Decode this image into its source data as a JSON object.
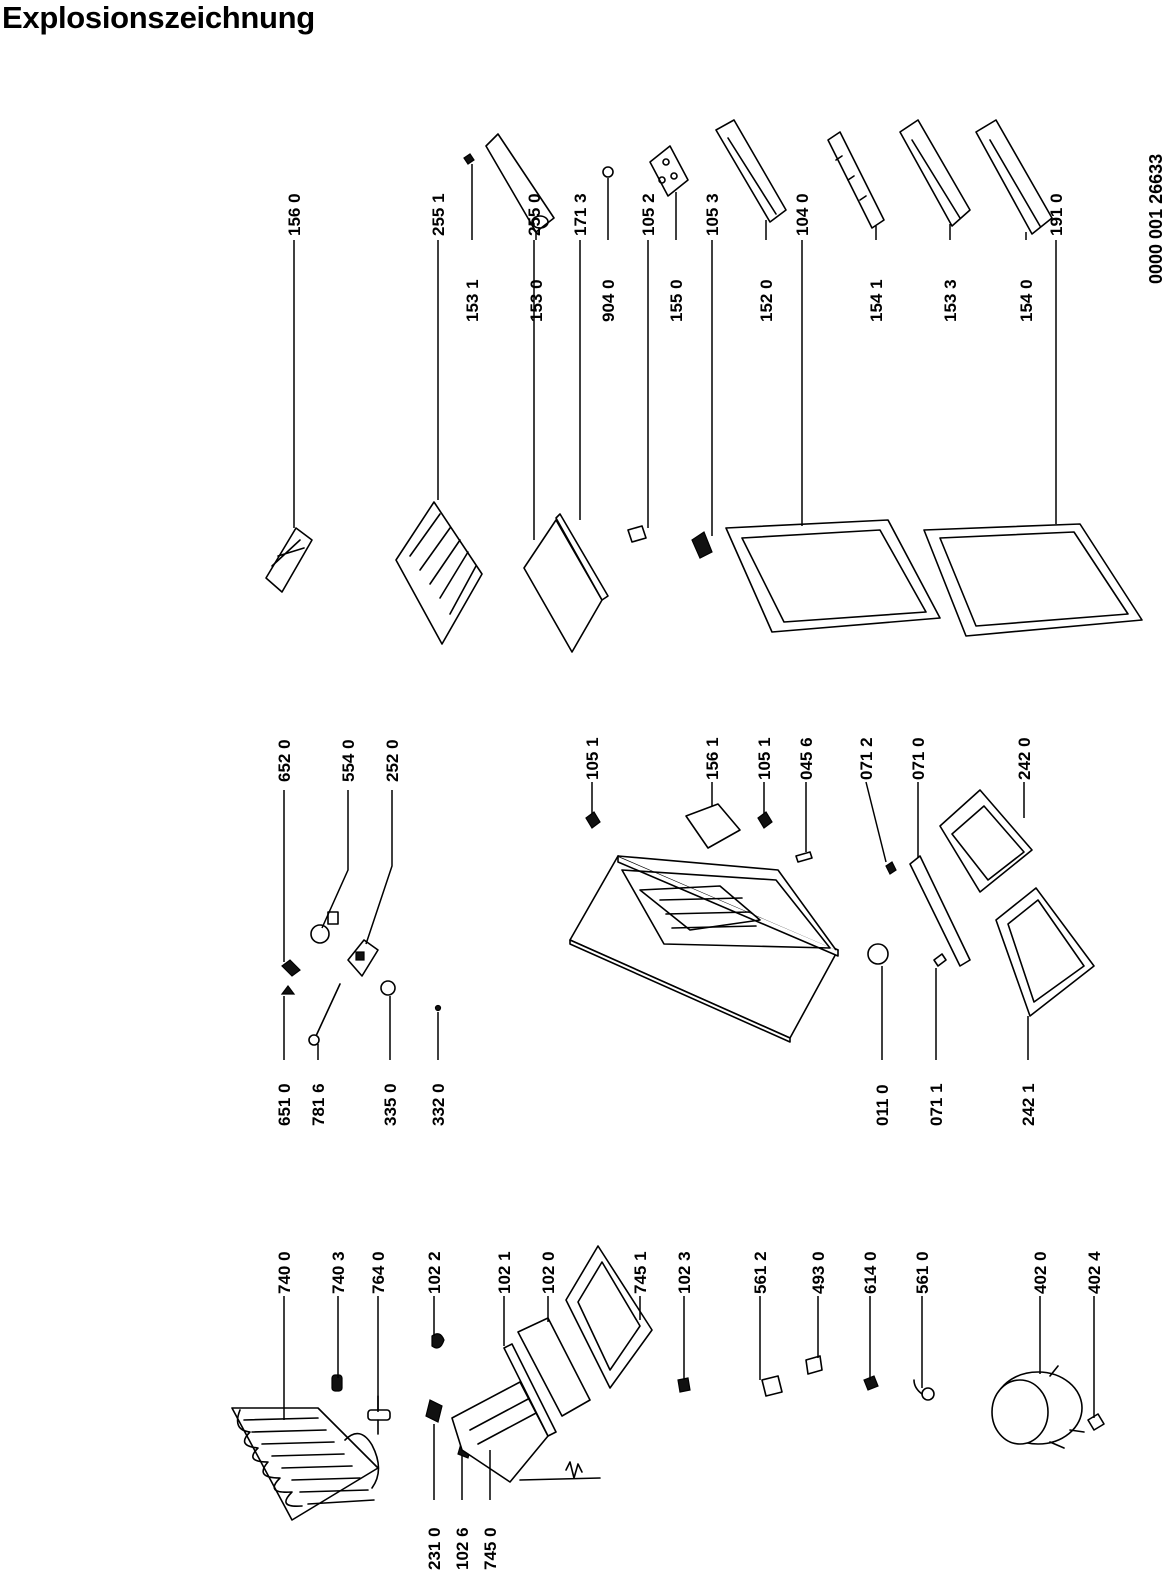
{
  "title": "Explosionszeichnung",
  "doc_number": "0000 001 26633",
  "callouts": [
    {
      "id": "c-7400",
      "label": "740 0"
    },
    {
      "id": "c-7403",
      "label": "740 3"
    },
    {
      "id": "c-7640",
      "label": "764 0"
    },
    {
      "id": "c-1022",
      "label": "102 2"
    },
    {
      "id": "c-1021",
      "label": "102 1"
    },
    {
      "id": "c-1020",
      "label": "102 0"
    },
    {
      "id": "c-7451",
      "label": "745 1"
    },
    {
      "id": "c-1023",
      "label": "102 3"
    },
    {
      "id": "c-5612",
      "label": "561 2"
    },
    {
      "id": "c-4930",
      "label": "493 0"
    },
    {
      "id": "c-6140",
      "label": "614 0"
    },
    {
      "id": "c-5610",
      "label": "561 0"
    },
    {
      "id": "c-4020",
      "label": "402 0"
    },
    {
      "id": "c-4024",
      "label": "402 4"
    },
    {
      "id": "c-2310",
      "label": "231 0"
    },
    {
      "id": "c-1026",
      "label": "102 6"
    },
    {
      "id": "c-7450",
      "label": "745 0"
    },
    {
      "id": "c-6520",
      "label": "652 0"
    },
    {
      "id": "c-5540",
      "label": "554 0"
    },
    {
      "id": "c-2520",
      "label": "252 0"
    },
    {
      "id": "c-6510",
      "label": "651 0"
    },
    {
      "id": "c-7816",
      "label": "781 6"
    },
    {
      "id": "c-3350",
      "label": "335 0"
    },
    {
      "id": "c-3320",
      "label": "332 0"
    },
    {
      "id": "c-1051a",
      "label": "105 1"
    },
    {
      "id": "c-1561",
      "label": "156 1"
    },
    {
      "id": "c-1051b",
      "label": "105 1"
    },
    {
      "id": "c-0456",
      "label": "045 6"
    },
    {
      "id": "c-0712",
      "label": "071 2"
    },
    {
      "id": "c-0710",
      "label": "071 0"
    },
    {
      "id": "c-2420",
      "label": "242 0"
    },
    {
      "id": "c-0110",
      "label": "011 0"
    },
    {
      "id": "c-0711",
      "label": "071 1"
    },
    {
      "id": "c-2421",
      "label": "242 1"
    },
    {
      "id": "c-1560",
      "label": "156 0"
    },
    {
      "id": "c-2551",
      "label": "255 1"
    },
    {
      "id": "c-2550",
      "label": "255 0"
    },
    {
      "id": "c-1713",
      "label": "171 3"
    },
    {
      "id": "c-1052",
      "label": "105 2"
    },
    {
      "id": "c-1053",
      "label": "105 3"
    },
    {
      "id": "c-1040",
      "label": "104 0"
    },
    {
      "id": "c-1910",
      "label": "191 0"
    },
    {
      "id": "c-1531",
      "label": "153 1"
    },
    {
      "id": "c-1530",
      "label": "153 0"
    },
    {
      "id": "c-9040",
      "label": "904 0"
    },
    {
      "id": "c-1550",
      "label": "155 0"
    },
    {
      "id": "c-1520",
      "label": "152 0"
    },
    {
      "id": "c-1541",
      "label": "154 1"
    },
    {
      "id": "c-1533",
      "label": "153 3"
    },
    {
      "id": "c-1540",
      "label": "154 0"
    }
  ]
}
